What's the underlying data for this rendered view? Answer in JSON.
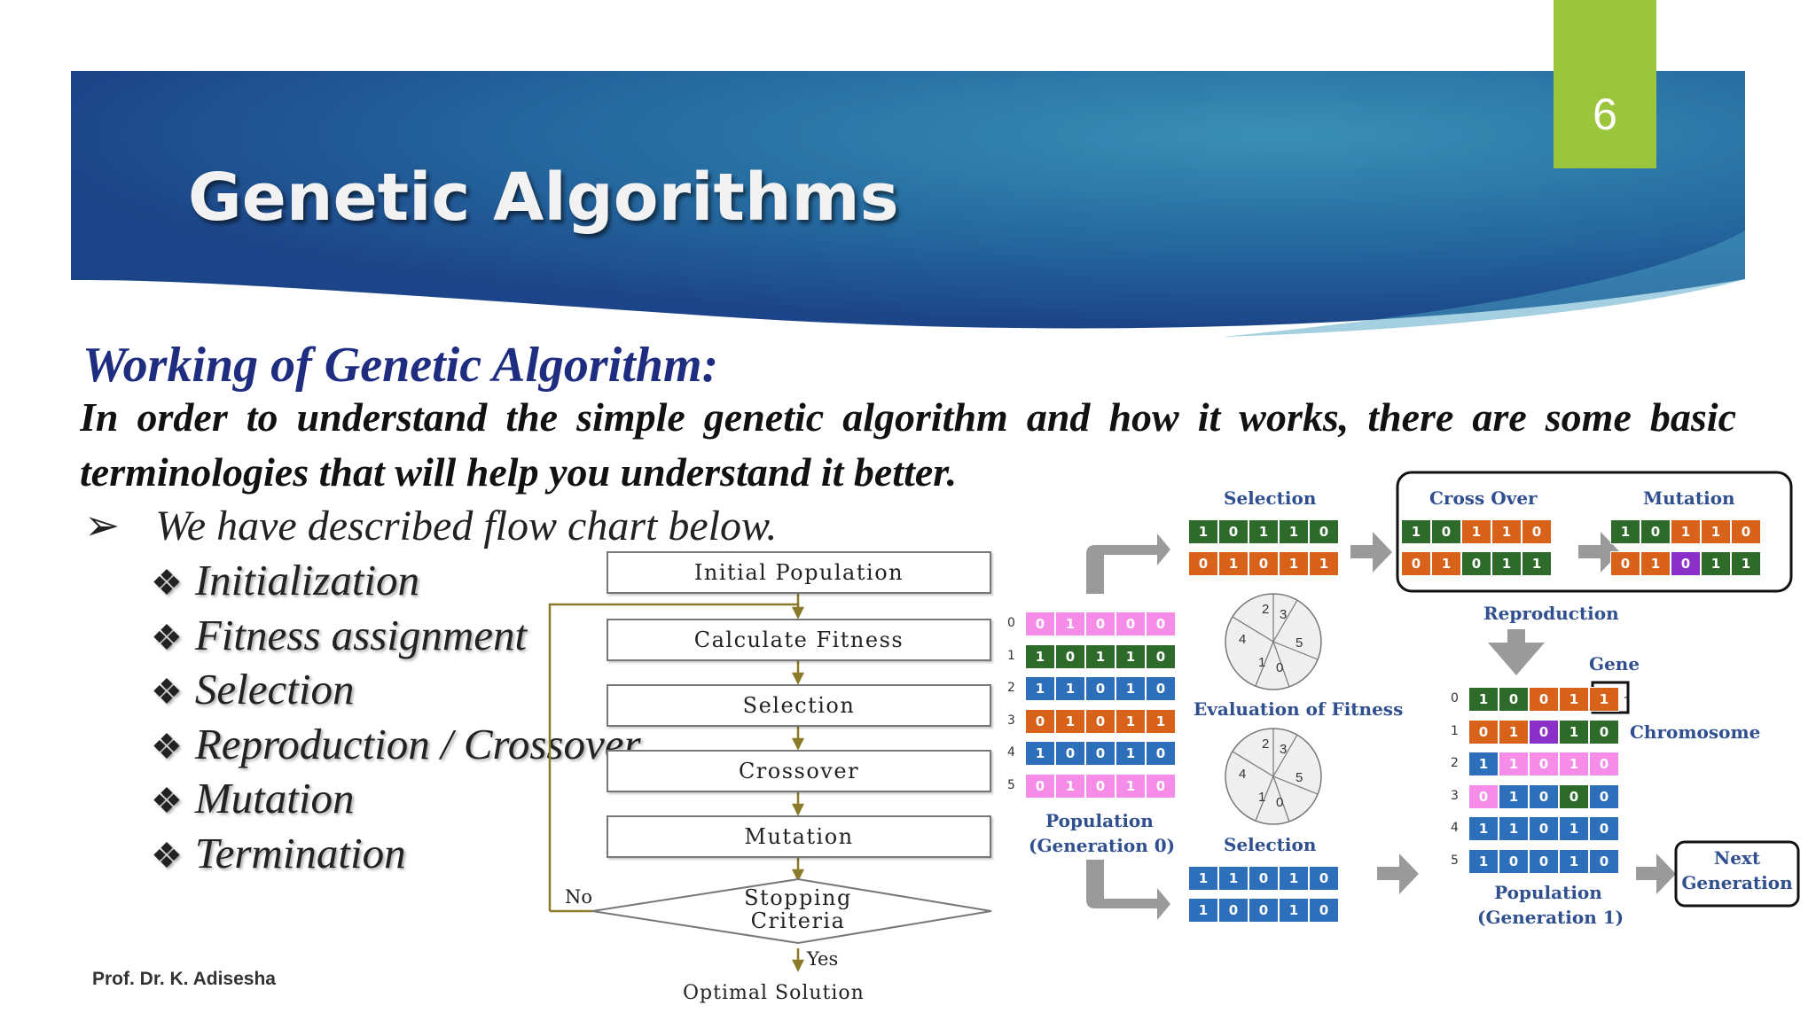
{
  "slide": {
    "title": "Genetic Algorithms",
    "page_number": "6",
    "heading": "Working of  Genetic Algorithm:",
    "intro": "In order to understand the simple genetic algorithm and how it works, there are some basic terminologies that will help you understand it better.",
    "bullet_marker": "➢",
    "bullet_text": "We have described flow chart below.",
    "step_marker": "❖",
    "steps": [
      "Initialization",
      "Fitness assignment",
      "Selection",
      "Reproduction / Crossover",
      "Mutation",
      "Termination"
    ],
    "footer": "Prof. Dr. K. Adisesha"
  },
  "flowchart": {
    "boxes": [
      "Initial Population",
      "Calculate Fitness",
      "Selection",
      "Crossover",
      "Mutation"
    ],
    "decision": [
      "Stopping",
      "Criteria"
    ],
    "no_label": "No",
    "yes_label": "Yes",
    "end_label": "Optimal Solution"
  },
  "illustration": {
    "selection_label": "Selection",
    "crossover_label": "Cross Over",
    "mutation_label": "Mutation",
    "reproduction_label": "Reproduction",
    "gene_label": "Gene",
    "chromosome_label": "Chromosome",
    "evaluation_label": "Evaluation of Fitness",
    "selection2_label": "Selection",
    "population0_label": [
      "Population",
      "(Generation 0)"
    ],
    "population1_label": [
      "Population",
      "(Generation 1)"
    ],
    "next_generation_label": [
      "Next",
      "Generation"
    ],
    "row_indices": [
      "0",
      "1",
      "2",
      "3",
      "4",
      "5"
    ],
    "pie_numbers": [
      "2",
      "3",
      "4",
      "5",
      "1",
      "0"
    ],
    "population0": [
      {
        "color": "pink",
        "bits": [
          "0",
          "1",
          "0",
          "0",
          "0"
        ]
      },
      {
        "color": "green",
        "bits": [
          "1",
          "0",
          "1",
          "1",
          "0"
        ]
      },
      {
        "color": "blue",
        "bits": [
          "1",
          "1",
          "0",
          "1",
          "0"
        ]
      },
      {
        "color": "orange",
        "bits": [
          "0",
          "1",
          "0",
          "1",
          "1"
        ]
      },
      {
        "color": "blue",
        "bits": [
          "1",
          "0",
          "0",
          "1",
          "0"
        ]
      },
      {
        "color": "pink",
        "bits": [
          "0",
          "1",
          "0",
          "1",
          "0"
        ]
      }
    ],
    "selected_top": [
      {
        "color": "green",
        "bits": [
          "1",
          "0",
          "1",
          "1",
          "0"
        ]
      },
      {
        "color": "orange",
        "bits": [
          "0",
          "1",
          "0",
          "1",
          "1"
        ]
      }
    ],
    "selected_bottom": [
      {
        "color": "blue",
        "bits": [
          "1",
          "1",
          "0",
          "1",
          "0"
        ]
      },
      {
        "color": "blue",
        "bits": [
          "1",
          "0",
          "0",
          "1",
          "0"
        ]
      }
    ],
    "crossover_rows": [
      {
        "colors": [
          "green",
          "green",
          "orange",
          "orange",
          "orange"
        ],
        "bits": [
          "1",
          "0",
          "1",
          "1",
          "0"
        ]
      },
      {
        "colors": [
          "orange",
          "orange",
          "green",
          "green",
          "green"
        ],
        "bits": [
          "0",
          "1",
          "0",
          "1",
          "1"
        ]
      }
    ],
    "mutation_rows": [
      {
        "colors": [
          "green",
          "green",
          "orange",
          "orange",
          "orange"
        ],
        "bits": [
          "1",
          "0",
          "1",
          "1",
          "0"
        ]
      },
      {
        "colors": [
          "orange",
          "orange",
          "purple",
          "green",
          "green"
        ],
        "bits": [
          "0",
          "1",
          "0",
          "1",
          "1"
        ]
      }
    ],
    "population1": [
      {
        "colors": [
          "green",
          "green",
          "orange",
          "orange",
          "orange"
        ],
        "bits": [
          "1",
          "0",
          "0",
          "1",
          "1"
        ]
      },
      {
        "colors": [
          "orange",
          "orange",
          "purple",
          "green",
          "green"
        ],
        "bits": [
          "0",
          "1",
          "0",
          "1",
          "0"
        ]
      },
      {
        "colors": [
          "blue",
          "pink",
          "pink",
          "pink",
          "pink"
        ],
        "bits": [
          "1",
          "1",
          "0",
          "1",
          "0"
        ]
      },
      {
        "colors": [
          "pink",
          "blue",
          "blue",
          "green",
          "blue"
        ],
        "bits": [
          "0",
          "1",
          "0",
          "0",
          "0"
        ]
      },
      {
        "colors": [
          "blue",
          "blue",
          "blue",
          "blue",
          "blue"
        ],
        "bits": [
          "1",
          "1",
          "0",
          "1",
          "0"
        ]
      },
      {
        "colors": [
          "blue",
          "blue",
          "blue",
          "blue",
          "blue"
        ],
        "bits": [
          "1",
          "0",
          "0",
          "1",
          "0"
        ]
      }
    ],
    "colors": {
      "pink": "#f48ce8",
      "green": "#2e6b2b",
      "orange": "#d8621a",
      "blue": "#2d6fba",
      "purple": "#8b2fc9"
    }
  },
  "colors": {
    "accent": "#9bc53d",
    "heading": "#1f2d80",
    "banner_dark": "#1d3f85",
    "banner_light": "#3c98b8"
  }
}
